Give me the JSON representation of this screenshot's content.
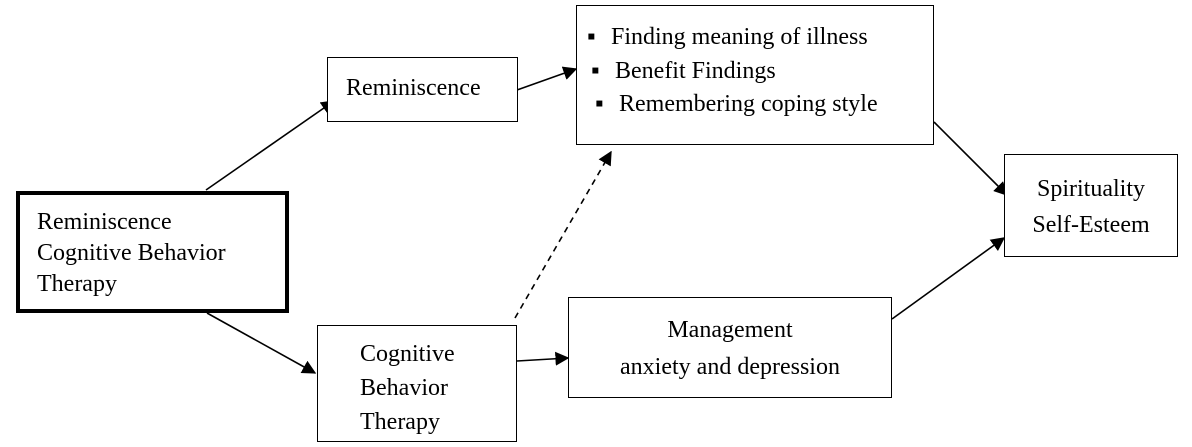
{
  "diagram": {
    "source": {
      "lines": [
        "Reminiscence",
        "Cognitive Behavior",
        "Therapy"
      ]
    },
    "reminiscence": {
      "label": "Reminiscence"
    },
    "outcomes": {
      "bullet": "▪",
      "items": [
        "Finding meaning of illness",
        "Benefit Findings",
        "Remembering coping style"
      ]
    },
    "cbt": {
      "lines": [
        "Cognitive",
        "Behavior",
        "Therapy"
      ]
    },
    "management": {
      "lines": [
        "Management",
        "anxiety and depression"
      ]
    },
    "result": {
      "lines": [
        "Spirituality",
        "Self-Esteem"
      ]
    }
  }
}
